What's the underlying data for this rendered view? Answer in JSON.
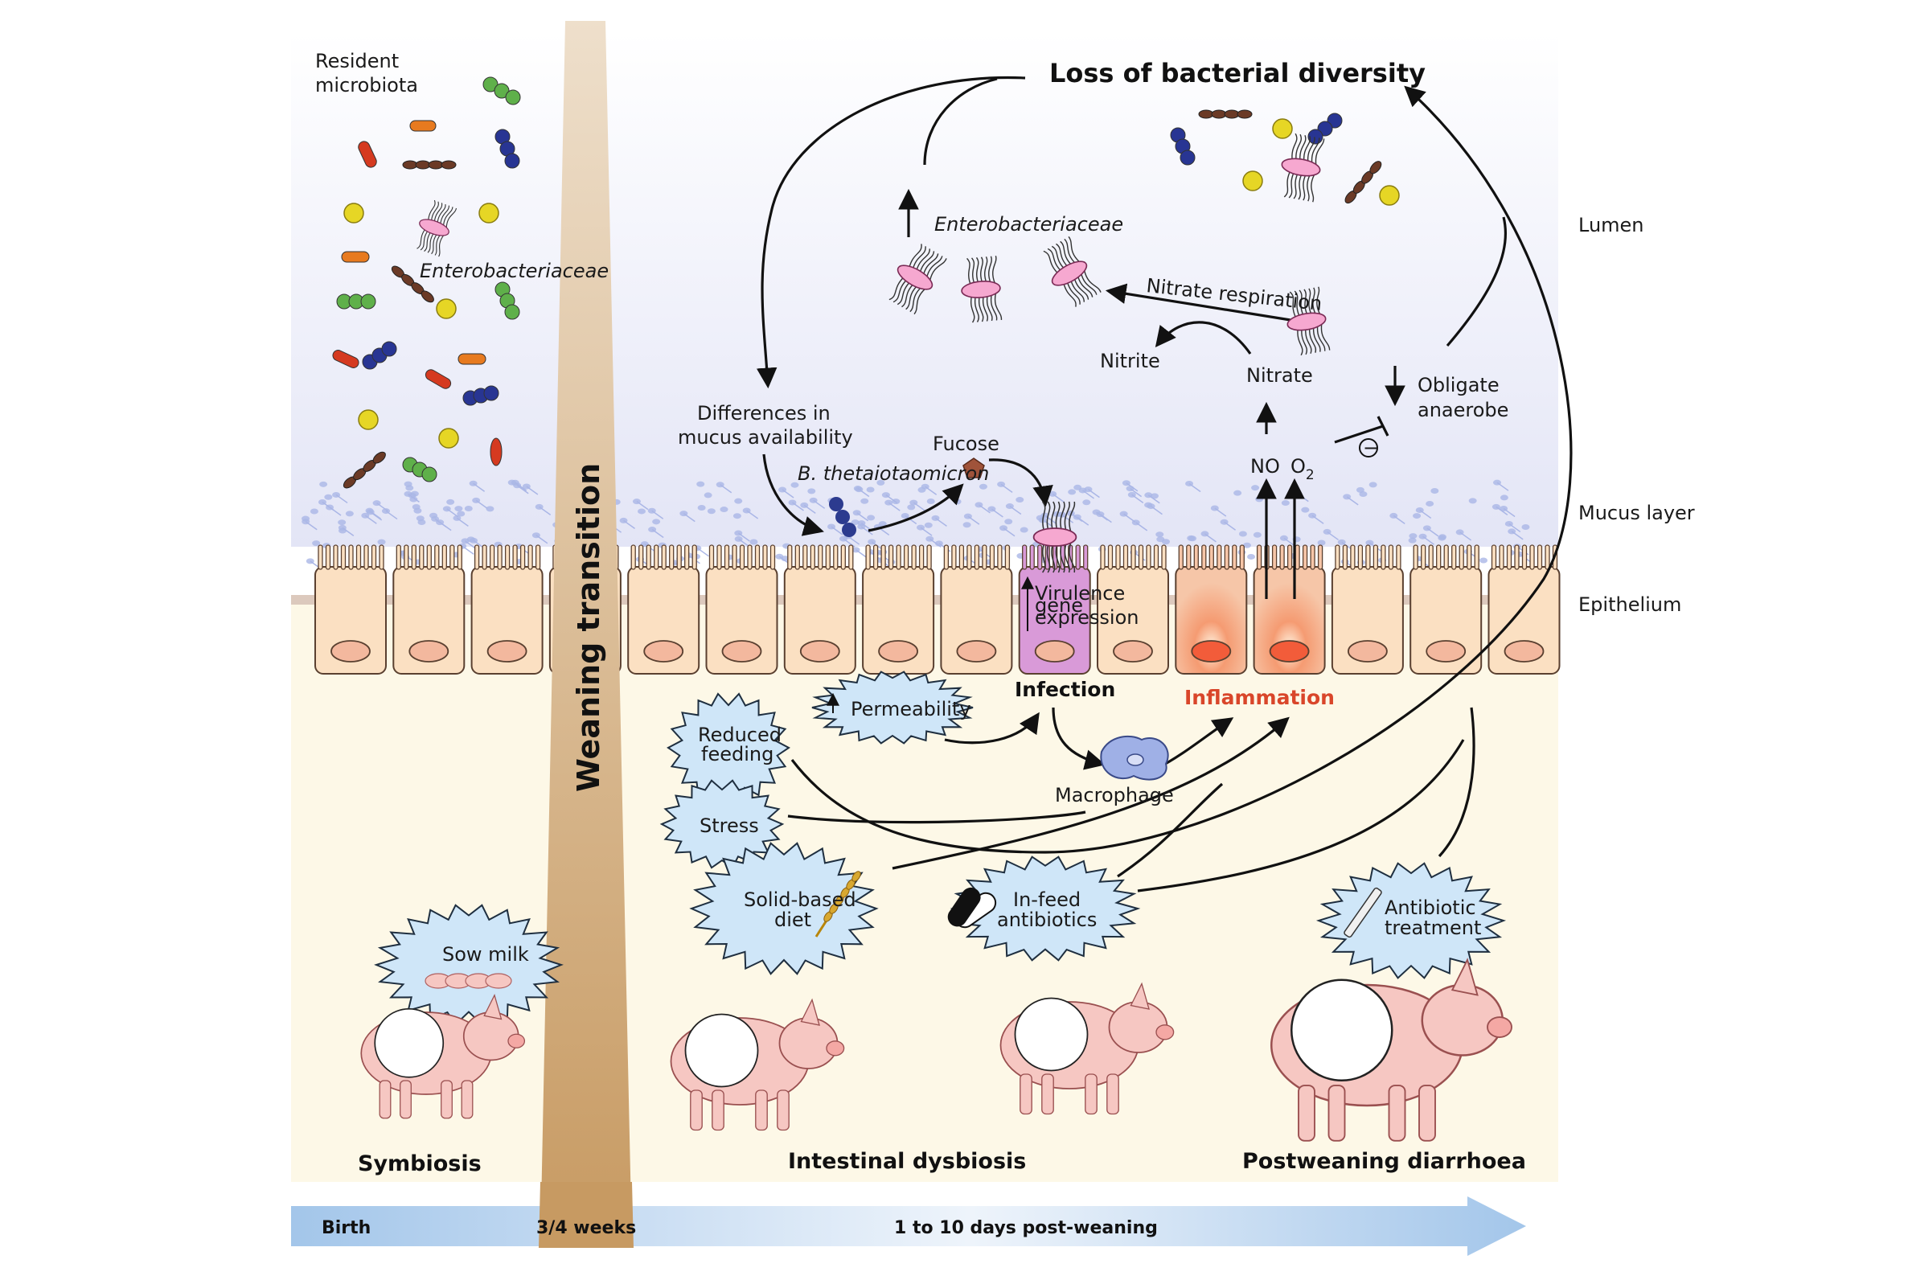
{
  "side_labels": {
    "lumen": "Lumen",
    "mucus": "Mucus layer",
    "epithelium": "Epithelium"
  },
  "top_left": {
    "resident_line1": "Resident",
    "resident_line2": "microbiota",
    "entero_small": "Enterobacteriaceae"
  },
  "weaning": "Weaning transition",
  "cycle": {
    "loss": "Loss of bacterial diversity",
    "entero": "Enterobacteriaceae",
    "nitrate_resp": "Nitrate respiration",
    "nitrite": "Nitrite",
    "nitrate": "Nitrate",
    "obligate_line1": "Obligate",
    "obligate_line2": "anaerobe",
    "minus_symbol": "−",
    "diff_line1": "Differences in",
    "diff_line2": "mucus availability",
    "fucose": "Fucose",
    "btheta": "B. thetaiotaomicron",
    "no": "NO",
    "o2": "O",
    "o2_sub": "2"
  },
  "cell": {
    "virulence_line1": "Virulence",
    "virulence_line2": "gene",
    "virulence_line3": "expression",
    "infection": "Infection",
    "inflammation": "Inflammation",
    "macrophage": "Macrophage"
  },
  "factors": {
    "permeability": "Permeability",
    "reduced_line1": "Reduced",
    "reduced_line2": "feeding",
    "stress": "Stress",
    "solid_line1": "Solid-based",
    "solid_line2": "diet",
    "infeed_line1": "In-feed",
    "infeed_line2": "antibiotics",
    "abx_line1": "Antibiotic",
    "abx_line2": "treatment",
    "sow_milk": "Sow milk"
  },
  "stages": {
    "symbiosis": "Symbiosis",
    "dysbiosis": "Intestinal dysbiosis",
    "diarrhoea": "Postweaning diarrhoea"
  },
  "timeline": {
    "birth": "Birth",
    "weeks": "3/4 weeks",
    "days": "1 to 10 days post-weaning"
  },
  "colors": {
    "inflammation": "#d9462a",
    "weaning_bar": "#c9a06a",
    "timeline": "#a9c9ea",
    "mucus": "#aab6e6",
    "cell": "#fbe0c2",
    "infected_cell": "#d99ad8",
    "star": "#cfe6f8",
    "pig": "#f6c7c2"
  }
}
